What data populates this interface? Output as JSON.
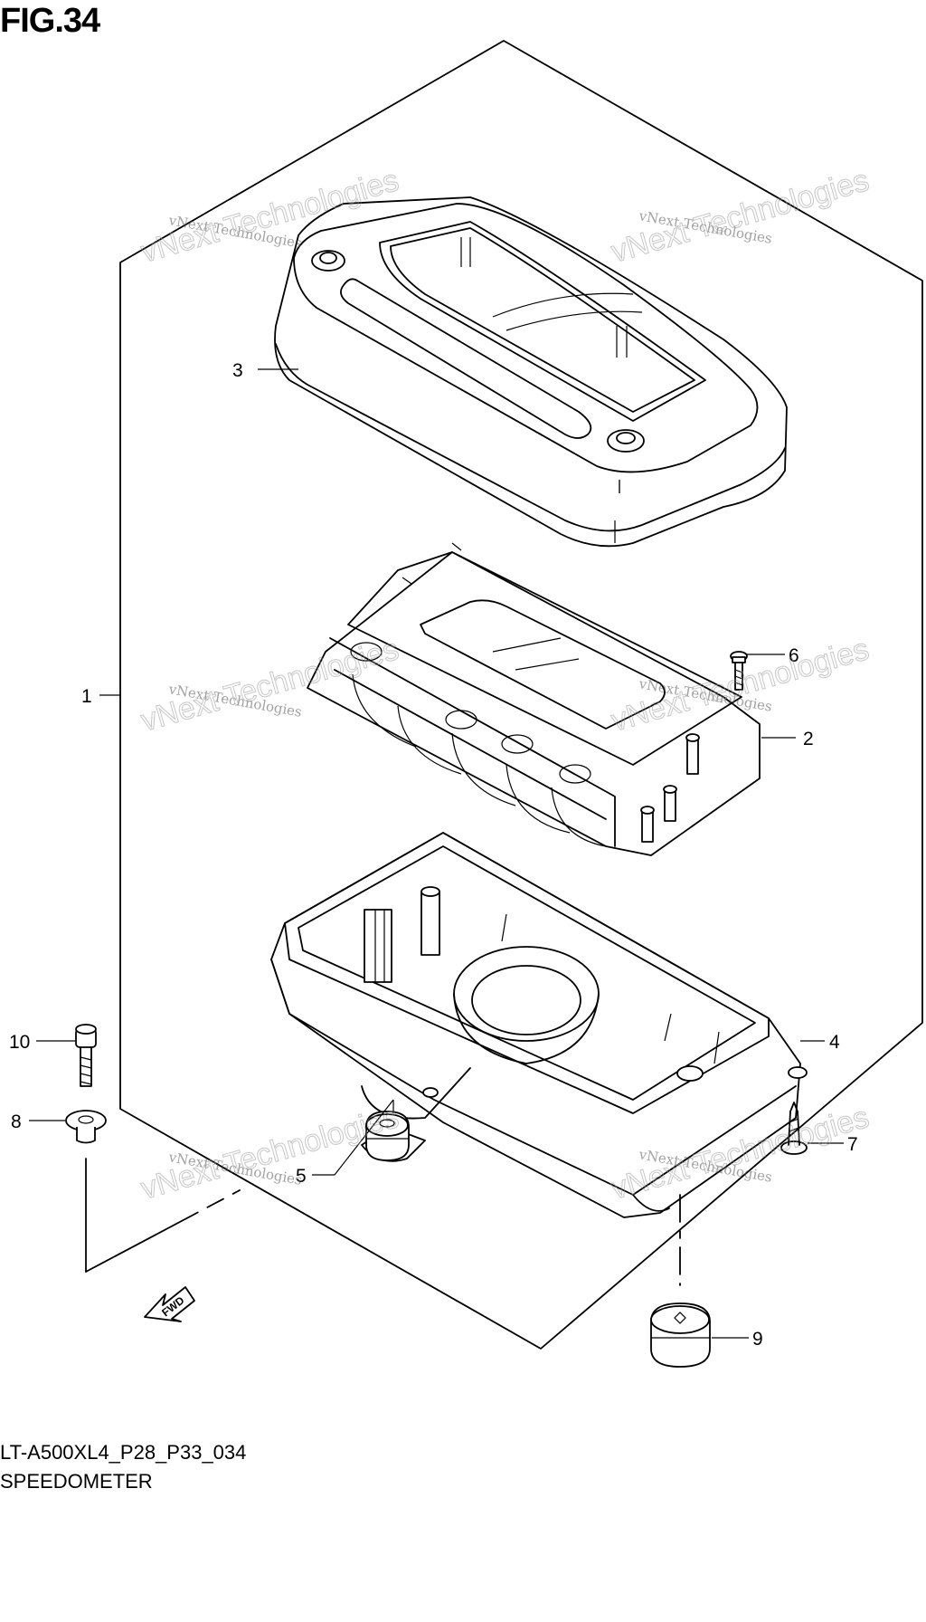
{
  "figure": {
    "title": "FIG.34",
    "code": "LT-A500XL4_P28_P33_034",
    "name": "SPEEDOMETER"
  },
  "callouts": [
    {
      "id": "1",
      "label": "1"
    },
    {
      "id": "2",
      "label": "2"
    },
    {
      "id": "3",
      "label": "3"
    },
    {
      "id": "4",
      "label": "4"
    },
    {
      "id": "5",
      "label": "5"
    },
    {
      "id": "6",
      "label": "6"
    },
    {
      "id": "7",
      "label": "7"
    },
    {
      "id": "8",
      "label": "8"
    },
    {
      "id": "9",
      "label": "9"
    },
    {
      "id": "10",
      "label": "10"
    }
  ],
  "fwd_label": "FWD",
  "watermark": {
    "small": "vNext Technologies",
    "large": "vNext Technologies"
  }
}
